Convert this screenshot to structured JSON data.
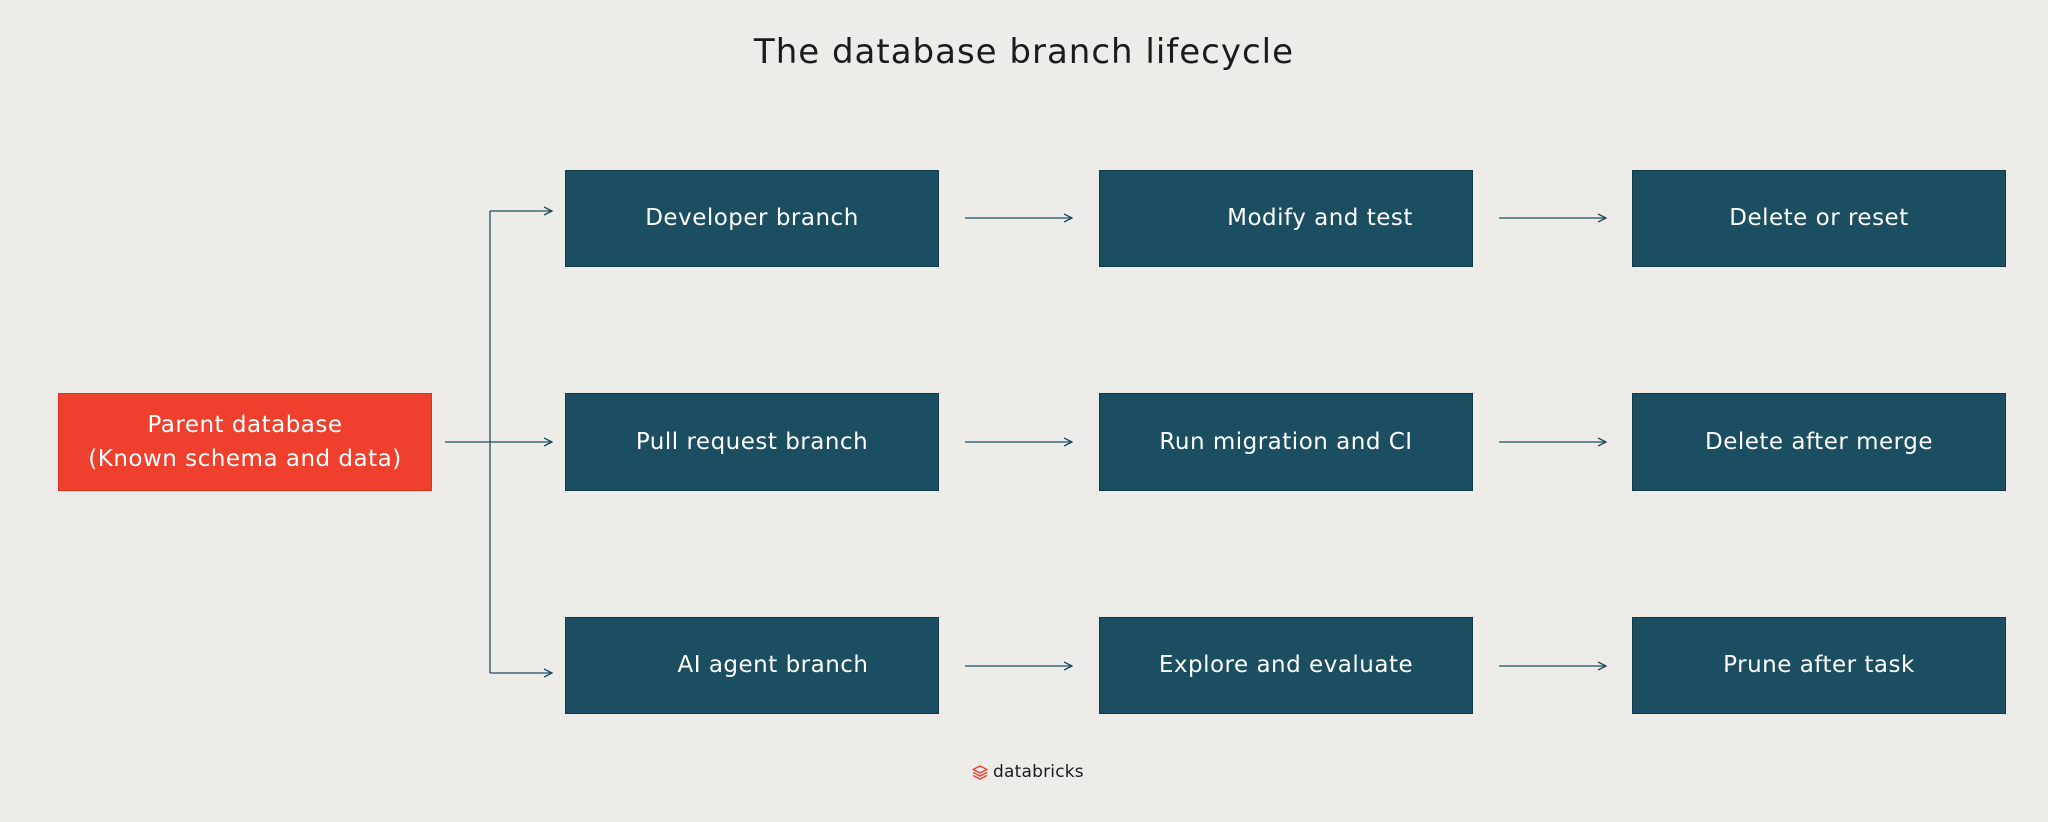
{
  "title": "The database branch lifecycle",
  "parent": {
    "line1": "Parent database",
    "line2": "(Known schema and data)"
  },
  "rows": [
    {
      "branch": "Developer branch",
      "step": "Modify and test",
      "end": "Delete or reset"
    },
    {
      "branch": "Pull request branch",
      "step": "Run migration and CI",
      "end": "Delete after merge"
    },
    {
      "branch": "AI agent branch",
      "step": "Explore and evaluate",
      "end": "Prune after task"
    }
  ],
  "logo": {
    "text": "databricks"
  },
  "colors": {
    "background": "#eeece8",
    "parent": "#ef3f2d",
    "box": "#1b4e60",
    "connector": "#1b4e60"
  }
}
